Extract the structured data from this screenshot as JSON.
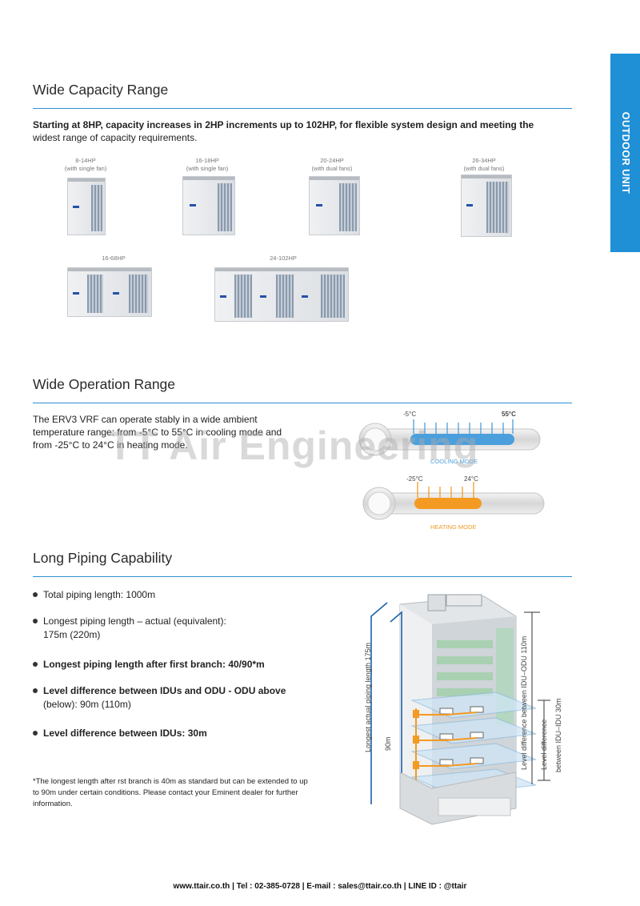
{
  "side_tab": "OUTDOOR UNIT",
  "sections": {
    "capacity": {
      "title": "Wide Capacity Range",
      "intro_bold": "Starting at 8HP, capacity increases in 2HP increments up to 102HP, for flexible system design and meeting the",
      "intro_rest": "widest range of capacity requirements.",
      "units": [
        {
          "label": "8-14HP",
          "sub": "(with single fan)"
        },
        {
          "label": "16-18HP",
          "sub": "(with single fan)"
        },
        {
          "label": "20-24HP",
          "sub": "(with dual fans)"
        },
        {
          "label": "26-34HP",
          "sub": "(with dual fans)"
        },
        {
          "label": "16-68HP",
          "sub": ""
        },
        {
          "label": "24-102HP",
          "sub": ""
        }
      ]
    },
    "operation": {
      "title": "Wide Operation Range",
      "text": "The ERV3 VRF can operate stably in a wide ambient temperature range: from -5°C to 55°C in cooling mode and from -25°C to 24°C in heating mode.",
      "watermark": "TT Air Engineering",
      "cooling": {
        "min": "-5°C",
        "max": "55°C",
        "label": "COOLING MODE",
        "color": "#4a9fdc"
      },
      "heating": {
        "min": "-25°C",
        "max": "24°C",
        "label": "HEATING MODE",
        "color": "#f39a23"
      }
    },
    "piping": {
      "title": "Long Piping Capability",
      "bullets": [
        {
          "line1": "Total piping length: 1000m",
          "line2": ""
        },
        {
          "line1": "Longest piping length – actual (equivalent):",
          "line2": "175m (220m)"
        },
        {
          "line1": "Longest piping length after first branch: 40/90*m",
          "line2": ""
        },
        {
          "line1": "Level difference between IDUs and ODU - ODU above",
          "line2": "(below): 90m (110m)"
        },
        {
          "line1": "Level difference between IDUs: 30m",
          "line2": ""
        }
      ],
      "footnote": "*The longest length after rst branch is 40m as standard but can be extended to up to 90m under certain conditions. Please contact your Eminent dealer for further information.",
      "diagram": {
        "label_longest": "Longest actual piping length 175m",
        "label_90": "90m",
        "label_idu_odu": "Level difference between IDU–ODU 110m",
        "label_idu_idu_1": "Level difference",
        "label_idu_idu_2": "between IDU–IDU 30m"
      }
    }
  },
  "footer": "www.ttair.co.th | Tel : 02-385-0728 | E-mail : sales@ttair.co.th | LINE ID : @ttair"
}
